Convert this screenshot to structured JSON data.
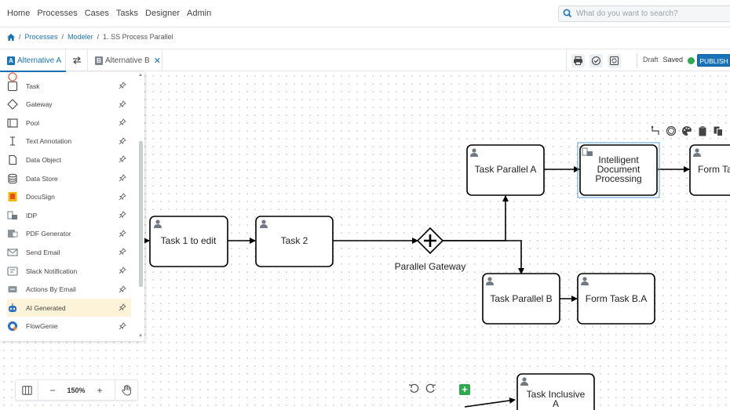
{
  "nav": {
    "items": [
      "Home",
      "Processes",
      "Cases",
      "Tasks",
      "Designer",
      "Admin"
    ],
    "search_placeholder": "What do you want to search?"
  },
  "breadcrumb": {
    "items": [
      "Processes",
      "Modeler",
      "1. SS Process Parallel"
    ]
  },
  "tabs": {
    "alt_a": {
      "badge": "A",
      "label": "Alternative A"
    },
    "alt_b": {
      "badge": "B",
      "label": "Alternative B"
    }
  },
  "status": {
    "draft": "Draft",
    "saved": "Saved",
    "publish": "PUBLISH"
  },
  "palette": {
    "items": [
      {
        "label": "Task",
        "icon": "task-icon"
      },
      {
        "label": "Gateway",
        "icon": "gateway-icon"
      },
      {
        "label": "Pool",
        "icon": "pool-icon"
      },
      {
        "label": "Text Annotation",
        "icon": "text-annotation-icon"
      },
      {
        "label": "Data Object",
        "icon": "data-object-icon"
      },
      {
        "label": "Data Store",
        "icon": "data-store-icon"
      },
      {
        "label": "DocuSign",
        "icon": "docusign-icon"
      },
      {
        "label": "IDP",
        "icon": "idp-icon"
      },
      {
        "label": "PDF Generator",
        "icon": "pdf-generator-icon"
      },
      {
        "label": "Send Email",
        "icon": "send-email-icon"
      },
      {
        "label": "Slack Notification",
        "icon": "slack-icon"
      },
      {
        "label": "Actions By Email",
        "icon": "actions-by-email-icon"
      },
      {
        "label": "AI Generated",
        "icon": "ai-generated-icon"
      },
      {
        "label": "FlowGenie",
        "icon": "flowgenie-icon"
      }
    ],
    "active": "AI Generated"
  },
  "diagram": {
    "tasks": {
      "task1": "Task 1 to edit",
      "task2": "Task 2",
      "parallel_a": "Task Parallel A",
      "idp_line1": "Intelligent",
      "idp_line2": "Document",
      "idp_line3": "Processing",
      "form_ta": "Form Ta",
      "parallel_b": "Task Parallel B",
      "form_ba": "Form Task B.A",
      "inclusive_line1": "Task Inclusive",
      "inclusive_line2": "A"
    },
    "gateway_label": "Parallel Gateway"
  },
  "zoom": {
    "value": "150%"
  },
  "colors": {
    "accent": "#1a73b8",
    "success": "#2fa84f",
    "selection": "#5b9bd5",
    "active_row": "#fdf3d8"
  }
}
